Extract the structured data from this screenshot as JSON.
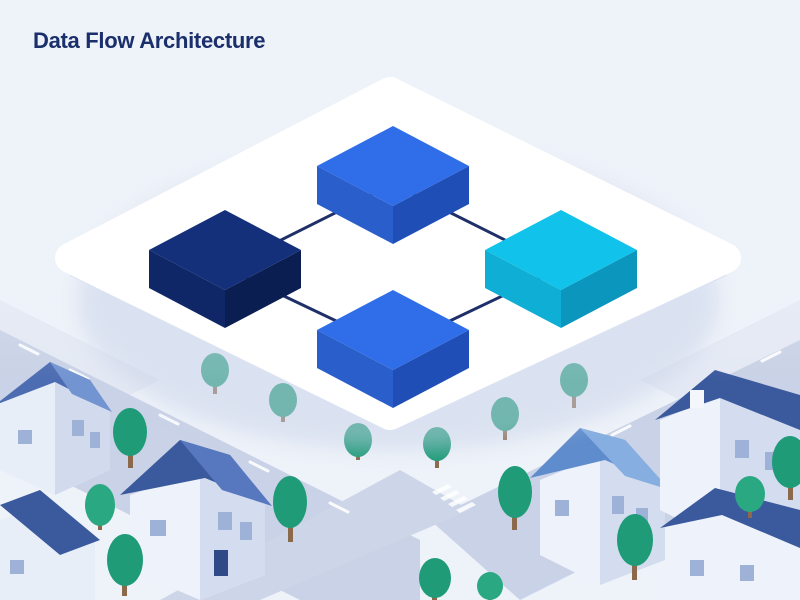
{
  "diagram": {
    "title": "Data Flow Architecture",
    "nodes": [
      {
        "id": "top",
        "color": "#2f6ee8",
        "side_left": "#2a5fcb",
        "side_right": "#1f4fb6"
      },
      {
        "id": "left",
        "color": "#14307a",
        "side_left": "#0f2766",
        "side_right": "#0b1e52"
      },
      {
        "id": "right",
        "color": "#11c3ea",
        "side_left": "#0faed4",
        "side_right": "#0b96bd"
      },
      {
        "id": "bottom",
        "color": "#2f6ee8",
        "side_left": "#2a5fcb",
        "side_right": "#1f4fb6"
      }
    ],
    "edges": [
      {
        "from": "top",
        "to": "left"
      },
      {
        "from": "top",
        "to": "right"
      },
      {
        "from": "left",
        "to": "bottom"
      },
      {
        "from": "right",
        "to": "bottom"
      }
    ]
  },
  "colors": {
    "background": "#eef2f9",
    "platform": "#ffffff",
    "road": "#c9d2e6",
    "tree": "#1f9b78",
    "roof": "#3b5a9e",
    "house_wall": "#e8eef8"
  }
}
